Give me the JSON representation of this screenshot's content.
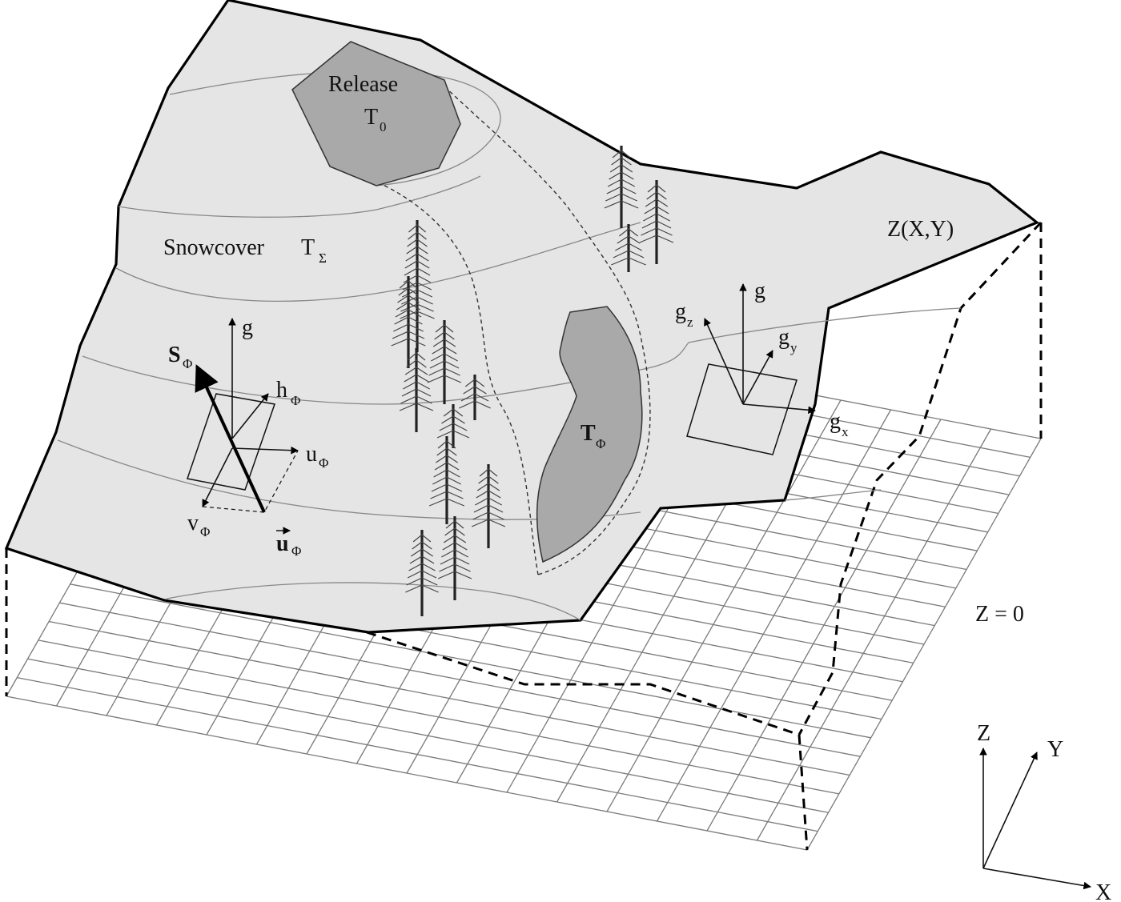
{
  "labels": {
    "release": "Release",
    "release_zone_T": "T",
    "release_zone_sub": "0",
    "snowcover": "Snowcover",
    "snowcover_T": "T",
    "snowcover_sub": "Σ",
    "surface_function": "Z(X,Y)",
    "ground_plane": "Z = 0",
    "deposit_T": "T",
    "deposit_sub": "Φ"
  },
  "vectors_left": {
    "g": "g",
    "S": "S",
    "S_sub": "Φ",
    "h": "h",
    "h_sub": "Φ",
    "u": "u",
    "u_sub": "Φ",
    "v": "v",
    "v_sub": "Φ",
    "u_vec": "u",
    "u_vec_sub": "Φ"
  },
  "vectors_right": {
    "g": "g",
    "gz": "g",
    "gz_sub": "z",
    "gy": "g",
    "gy_sub": "y",
    "gx": "g",
    "gx_sub": "x"
  },
  "axes": {
    "x": "X",
    "y": "Y",
    "z": "Z"
  },
  "colors": {
    "surface_fill": "#e5e5e5",
    "zone_fill": "#a9a9a9",
    "grid_line": "#7a7a7a"
  }
}
